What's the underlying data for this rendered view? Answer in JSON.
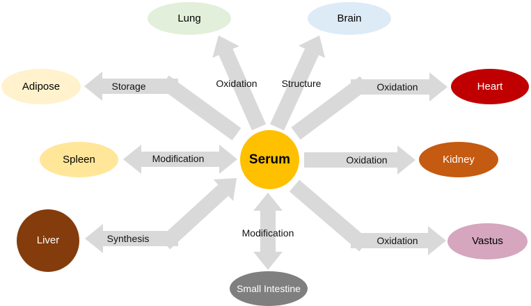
{
  "center": {
    "label": "Serum",
    "color": "#ffc000",
    "text_color": "#000000"
  },
  "organs": {
    "lung": {
      "label": "Lung",
      "color": "#e2efda",
      "text_color": "#000000"
    },
    "brain": {
      "label": "Brain",
      "color": "#ddebf7",
      "text_color": "#000000"
    },
    "adipose": {
      "label": "Adipose",
      "color": "#fff2cc",
      "text_color": "#000000"
    },
    "heart": {
      "label": "Heart",
      "color": "#c00000",
      "text_color": "#ffffff"
    },
    "spleen": {
      "label": "Spleen",
      "color": "#ffe699",
      "text_color": "#000000"
    },
    "kidney": {
      "label": "Kidney",
      "color": "#c55a11",
      "text_color": "#ffffff"
    },
    "liver": {
      "label": "Liver",
      "color": "#843c0c",
      "text_color": "#ffffff"
    },
    "vastus": {
      "label": "Vastus",
      "color": "#d5a6bd",
      "text_color": "#000000"
    },
    "small_intestine": {
      "label": "Small Intestine",
      "color": "#7f7f7f",
      "text_color": "#ffffff"
    }
  },
  "edges": {
    "lung": {
      "label": "Oxidation",
      "direction": "serum-to-organ"
    },
    "brain": {
      "label": "Structure",
      "direction": "serum-to-organ"
    },
    "adipose": {
      "label": "Storage",
      "direction": "serum-to-organ"
    },
    "heart": {
      "label": "Oxidation",
      "direction": "serum-to-organ"
    },
    "spleen": {
      "label": "Modification",
      "direction": "bidirectional"
    },
    "kidney": {
      "label": "Oxidation",
      "direction": "serum-to-organ"
    },
    "liver": {
      "label": "Synthesis",
      "direction": "bidirectional"
    },
    "vastus": {
      "label": "Oxidation",
      "direction": "serum-to-organ"
    },
    "small_intestine": {
      "label": "Modification",
      "direction": "bidirectional"
    }
  },
  "arrow_color": "#d9d9d9"
}
